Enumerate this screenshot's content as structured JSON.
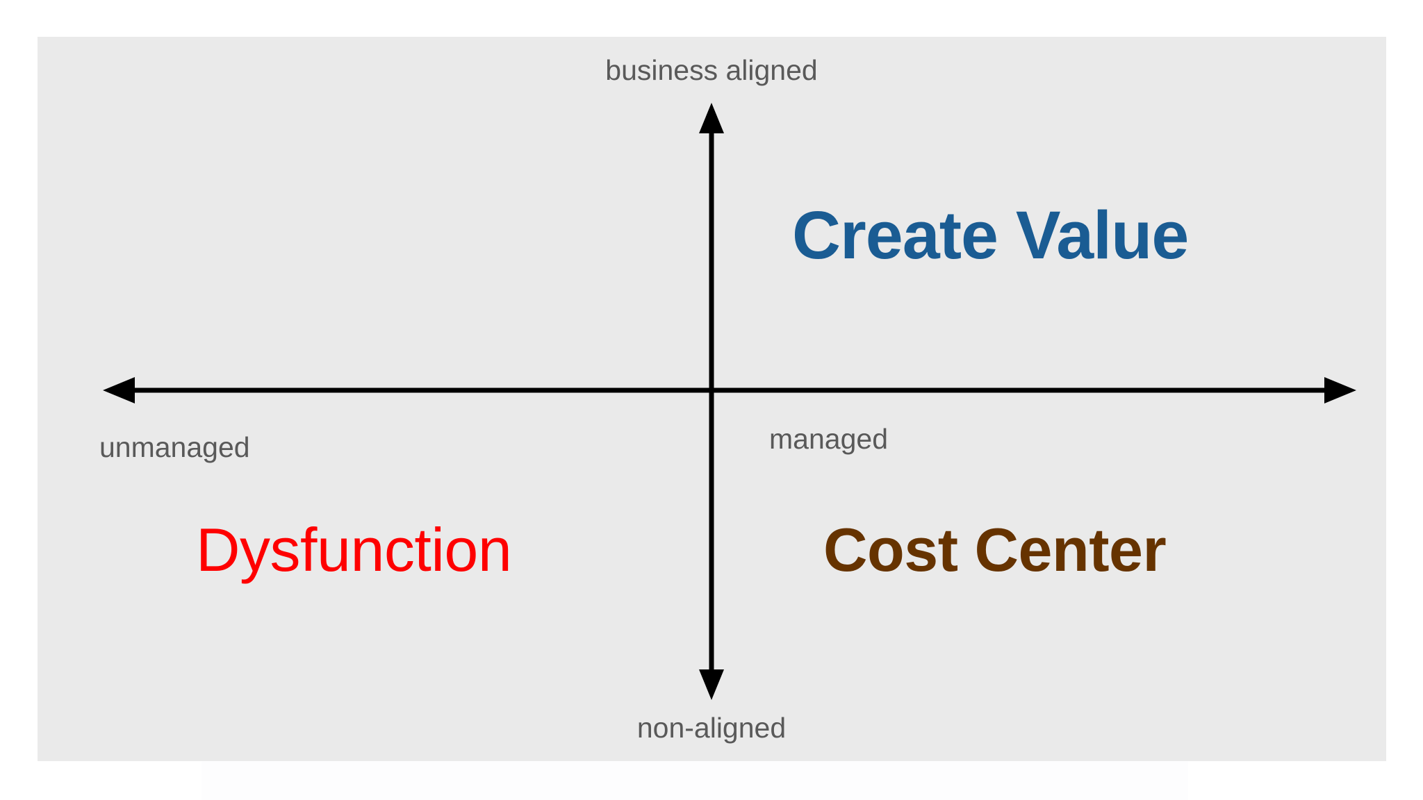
{
  "slide": {
    "type": "2x2-matrix-diagram",
    "background_color": "#ffffff",
    "panel_color": "#eaeaea"
  },
  "axes": {
    "vertical": {
      "top_label": "business aligned",
      "bottom_label": "non-aligned",
      "color": "#000000"
    },
    "horizontal": {
      "left_label": "unmanaged",
      "right_label": "managed",
      "color": "#000000"
    },
    "label_color": "#595959"
  },
  "quadrants": [
    {
      "id": "create-value",
      "label": "Create Value",
      "color": "#1a5c93",
      "weight": "bold",
      "position": "top-right"
    },
    {
      "id": "cost-center",
      "label": "Cost Center",
      "color": "#663300",
      "weight": "bold",
      "position": "bottom-right"
    },
    {
      "id": "dysfunction",
      "label": "Dysfunction",
      "color": "#fe0000",
      "weight": "regular",
      "position": "bottom-left"
    },
    {
      "id": "empty",
      "label": "",
      "color": "",
      "weight": "",
      "position": "top-left"
    }
  ],
  "chart_data": {
    "type": "scatter",
    "title": "",
    "xlabel": "",
    "ylabel": "",
    "x_axis": {
      "low": "unmanaged",
      "high": "managed"
    },
    "y_axis": {
      "low": "non-aligned",
      "high": "business aligned"
    },
    "grid": false,
    "legend": "none",
    "annotations": [
      {
        "text": "Create Value",
        "quadrant": "top-right",
        "color": "#1a5c93"
      },
      {
        "text": "Cost Center",
        "quadrant": "bottom-right",
        "color": "#663300"
      },
      {
        "text": "Dysfunction",
        "quadrant": "bottom-left",
        "color": "#fe0000"
      }
    ]
  }
}
